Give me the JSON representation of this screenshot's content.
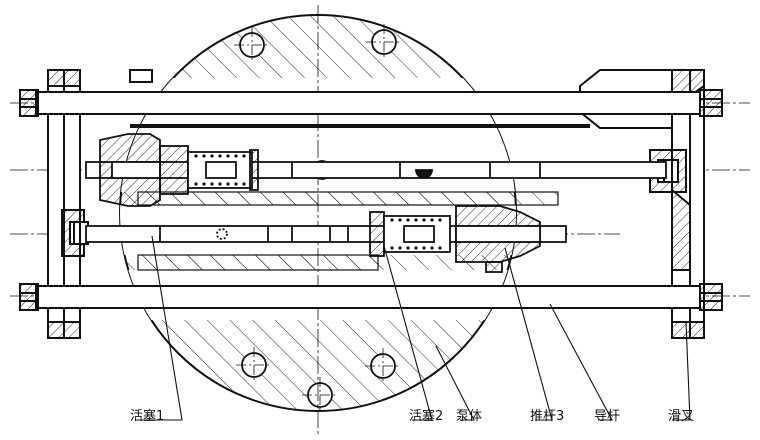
{
  "labels": {
    "piston1": "活塞1",
    "piston2": "活塞2",
    "pump_body": "泵体",
    "push_rod3": "推杆3",
    "guide_rod": "导杆",
    "slide_fork": "滑叉"
  },
  "colors": {
    "line": "#111111",
    "background": "#ffffff"
  }
}
